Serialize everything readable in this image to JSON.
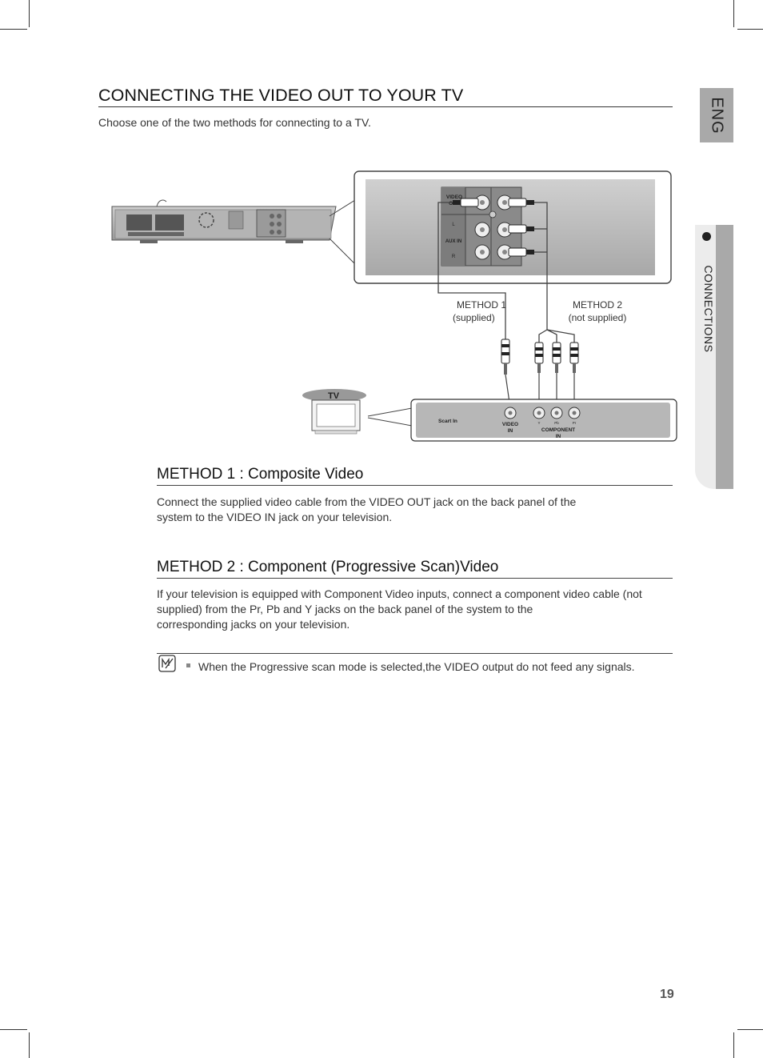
{
  "page": {
    "title": "CONNECTING THE VIDEO OUT TO YOUR TV",
    "intro": "Choose one of the two methods for connecting to a TV.",
    "page_number": "19"
  },
  "side": {
    "lang_tab": "ENG",
    "section_tab": "CONNECTIONS"
  },
  "diagram": {
    "method1_label": "METHOD 1",
    "method1_sub": "(supplied)",
    "method2_label": "METHOD 2",
    "method2_sub": "(not supplied)",
    "tv_label": "TV",
    "panel_video_out_1": "VIDEO",
    "panel_video_out_2": "OUT",
    "panel_l": "L",
    "panel_aux_in": "AUX IN",
    "panel_r": "R",
    "tv_scart": "Scart In",
    "tv_video_in_1": "VIDEO",
    "tv_video_in_2": "IN",
    "tv_y": "Y",
    "tv_pb": "Pb",
    "tv_pr": "Pr",
    "tv_component_1": "COMPONENT",
    "tv_component_2": "IN"
  },
  "method1": {
    "heading": "METHOD 1 : Composite Video",
    "body_line1": "Connect the supplied video cable from the VIDEO OUT jack on the back panel of the",
    "body_line2": "system to the VIDEO IN jack on your television."
  },
  "method2": {
    "heading": "METHOD 2 : Component (Progressive Scan)Video",
    "body_line1": "If your television is equipped with Component Video inputs, connect a component video cable (not",
    "body_line2": "supplied) from the Pr, Pb and Y jacks on the back panel of the system to the",
    "body_line3": "corresponding jacks on your television."
  },
  "note": {
    "icon": "note-pencil-icon",
    "text": "When the Progressive scan mode is selected,the VIDEO output do not feed any signals."
  }
}
